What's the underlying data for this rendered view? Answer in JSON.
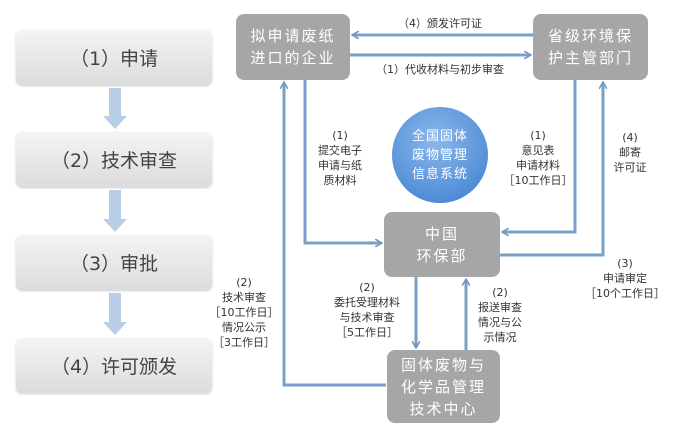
{
  "steps": [
    "（1）申请",
    "（2）技术审查",
    "（3）审批",
    "（4）许可颁发"
  ],
  "nodes": {
    "enterprise": "拟申请废纸\n进口的企业",
    "province": "省级环境保\n护主管部门",
    "mep": "中国\n环保部",
    "center": "固体废物与\n化学品管理\n技术中心",
    "system": "全国固体\n废物管理\n信息系统"
  },
  "labels": {
    "issue_license": "（4）颁发许可证",
    "collect": "（1）代收材料与初步审查",
    "submit": "(1)\n提交电子\n申请与纸\n质材料",
    "opinion": "(1)\n意见表\n申请材料\n［10工作日］",
    "mail": "(4)\n邮寄\n许可证",
    "approve": "(3)\n申请审定\n［10个工作日］",
    "tech_review": "(2)\n技术审查\n［10工作日］\n情况公示\n［3工作日］",
    "entrust": "(2)\n委托受理材料\n与技术审查\n［5工作日］",
    "report": "(2)\n报送审查\n情况与公\n示情况"
  }
}
